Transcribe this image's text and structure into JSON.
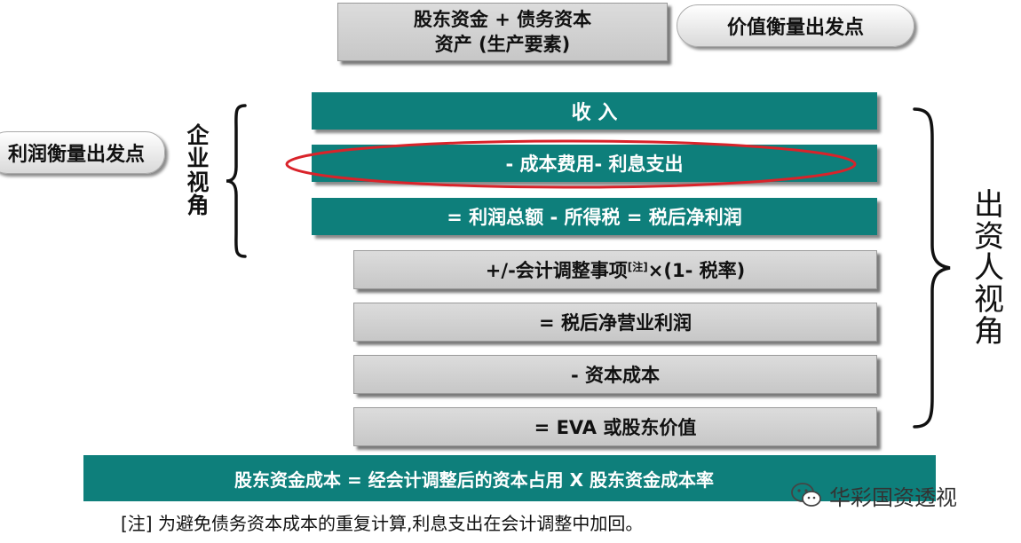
{
  "top_box": {
    "line1": "股东资金 + 债务资本",
    "line2": "资产 (生产要素)"
  },
  "value_pill": "价值衡量出发点",
  "profit_pill": "利润衡量出发点",
  "enterprise_view": [
    "企",
    "业",
    "视",
    "角"
  ],
  "investor_view": [
    "出",
    "资",
    "人",
    "视",
    "角"
  ],
  "rows": {
    "revenue": "收 入",
    "cost": "- 成本费用- 利息支出",
    "net_profit": "= 利润总额 - 所得税 = 税后净利润",
    "adjust_pre": "+/-会计调整事项",
    "adjust_note": "[注]",
    "adjust_post": "×(1- 税率)",
    "nopat": "= 税后净营业利润",
    "capital_cost": "- 资本成本",
    "eva": "= EVA 或股东价值"
  },
  "bottom_bar": "股东资金成本 = 经会计调整后的资本占用 X 股东资金成本率",
  "footnote": "[注] 为避免债务资本成本的重复计算,利息支出在会计调整中加回。",
  "watermark": {
    "icon": "wechat-icon",
    "text": "华彩国资透视"
  },
  "colors": {
    "teal": "#0e7f7b",
    "gray": "#d0d0d0",
    "highlight": "#d9232a"
  }
}
